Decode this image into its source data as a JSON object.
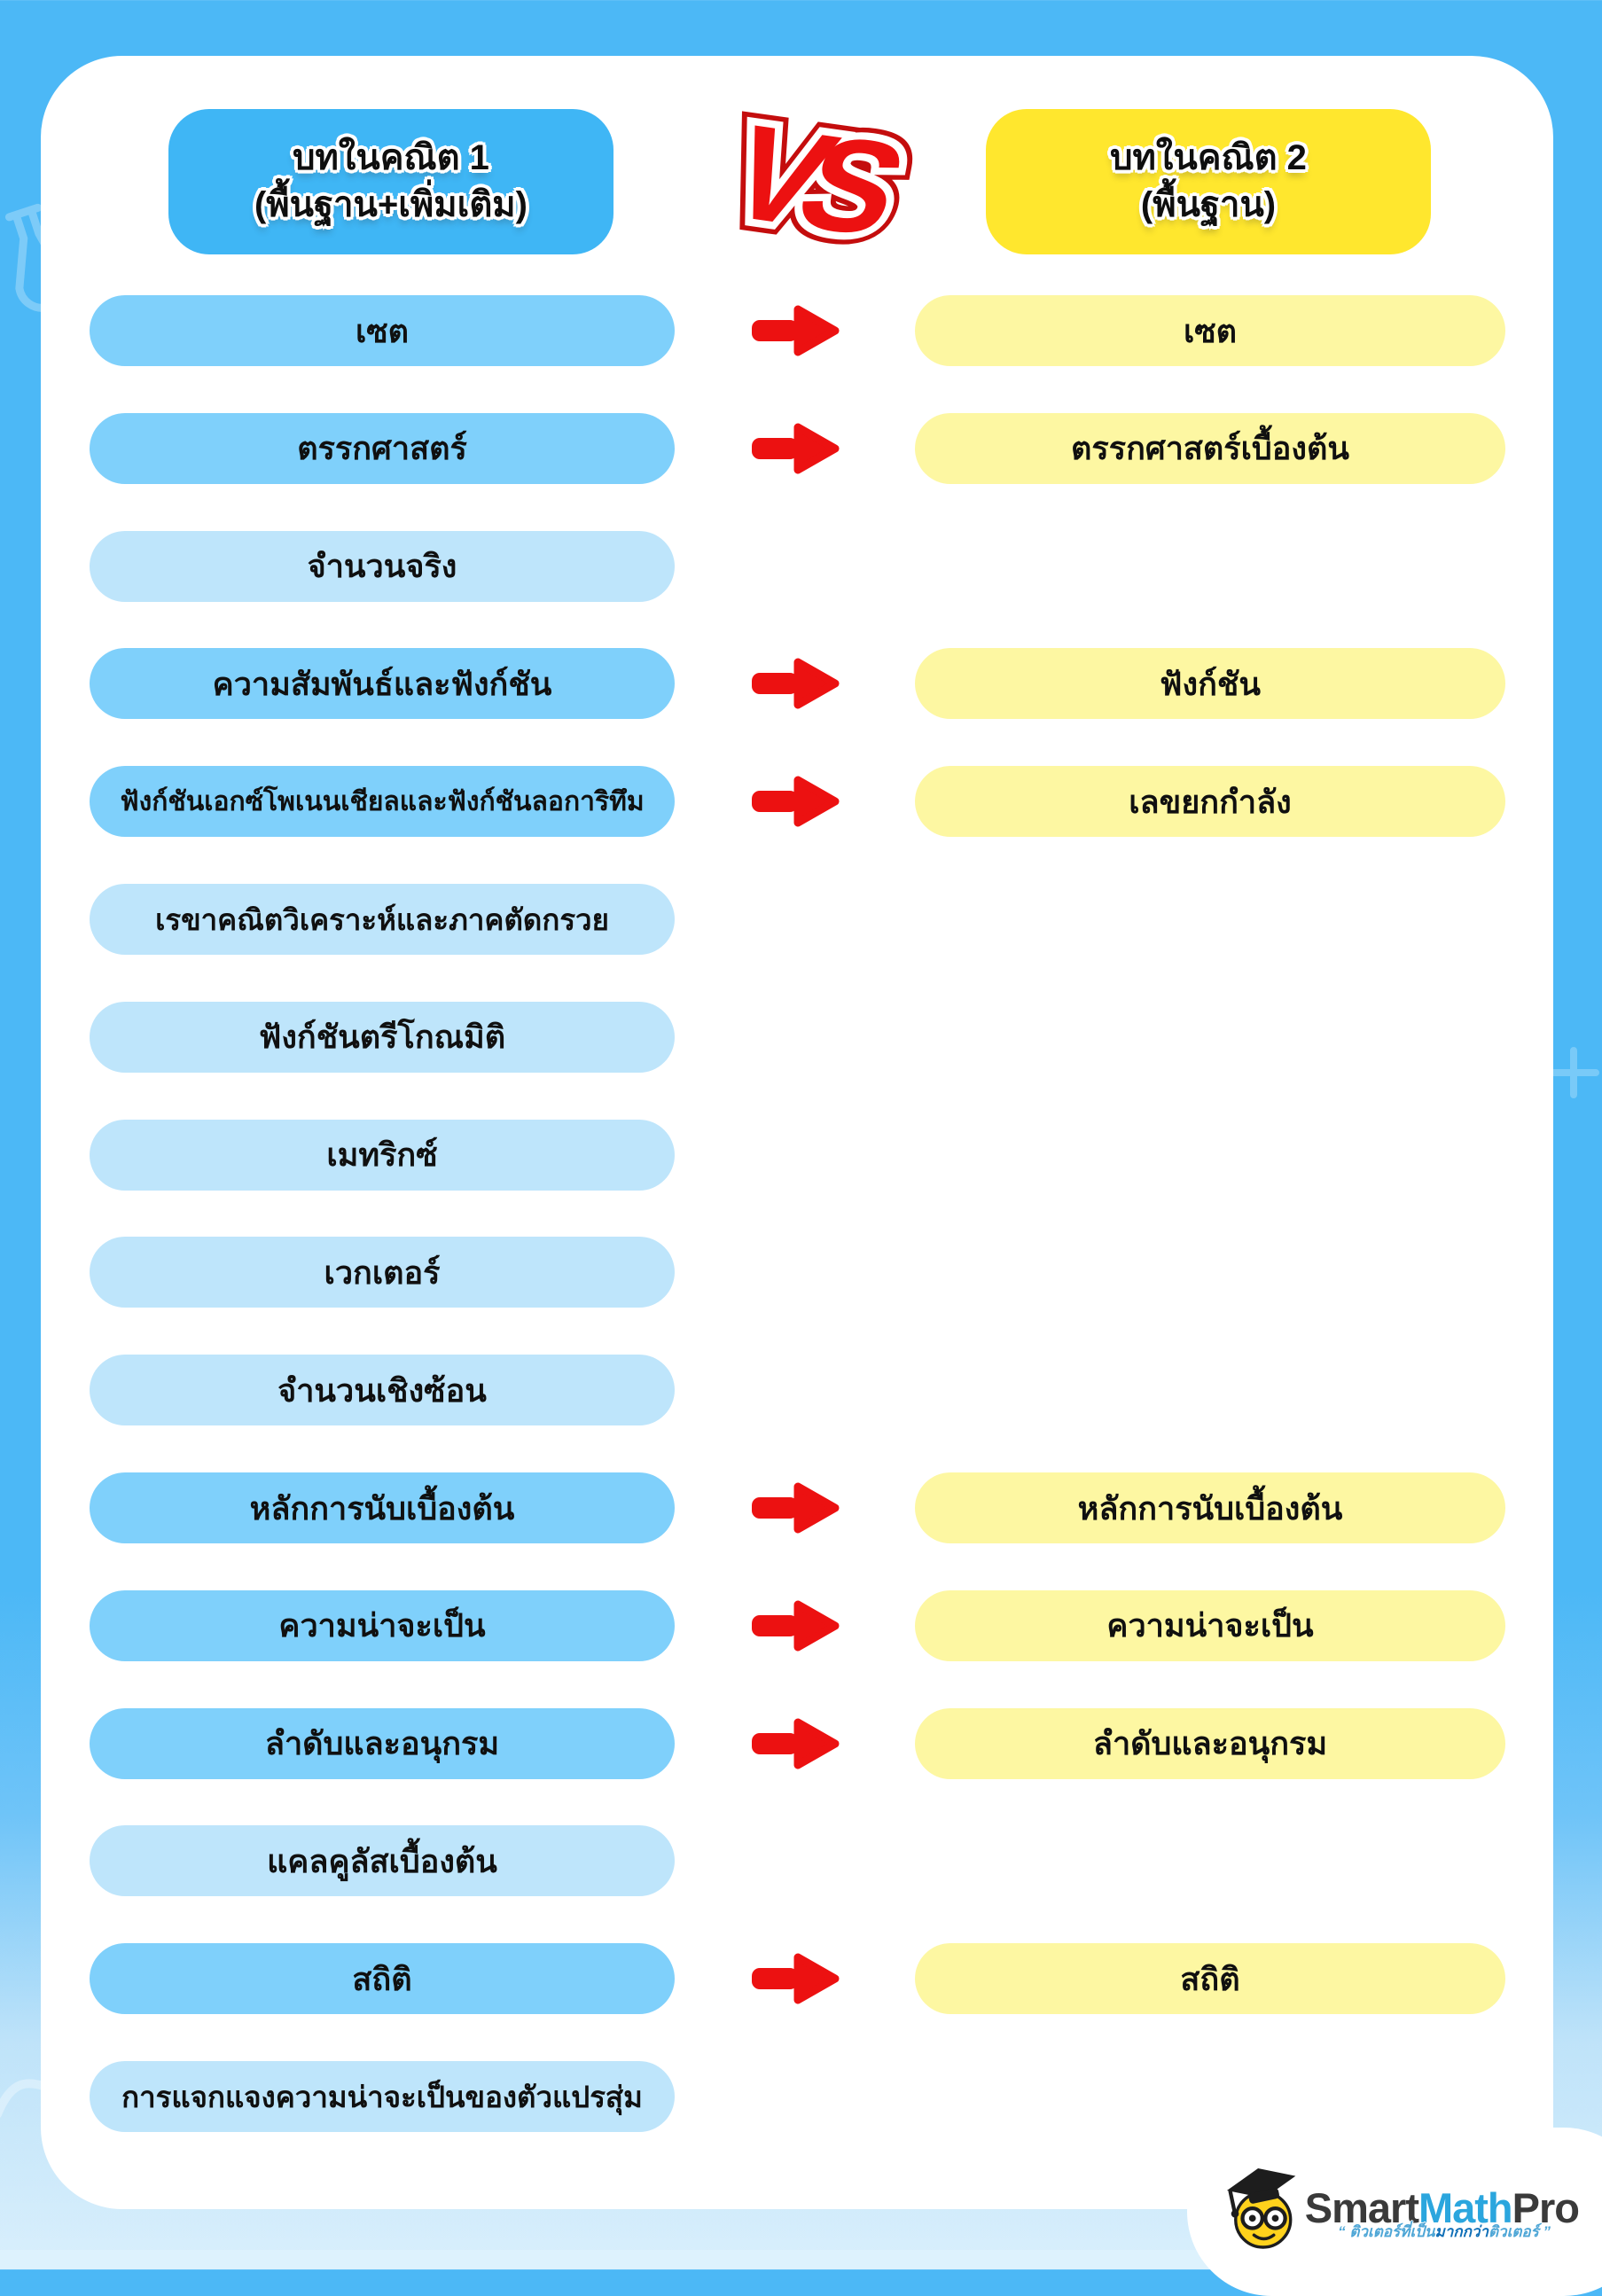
{
  "header": {
    "left": {
      "line1": "บทในคณิต 1",
      "line2": "(พื้นฐาน+เพิ่มเติม)"
    },
    "vs": "VS",
    "right": {
      "line1": "บทในคณิต 2",
      "line2": "(พื้นฐาน)"
    }
  },
  "rows": [
    {
      "left": "เซต",
      "right": "เซต",
      "mapped": true
    },
    {
      "left": "ตรรกศาสตร์",
      "right": "ตรรกศาสตร์เบื้องต้น",
      "mapped": true
    },
    {
      "left": "จำนวนจริง",
      "mapped": false
    },
    {
      "left": "ความสัมพันธ์และฟังก์ชัน",
      "right": "ฟังก์ชัน",
      "mapped": true
    },
    {
      "left": "ฟังก์ชันเอกซ์โพเนนเชียลและฟังก์ชันลอการิทึม",
      "right": "เลขยกกำลัง",
      "mapped": true
    },
    {
      "left": "เรขาคณิตวิเคราะห์และภาคตัดกรวย",
      "mapped": false
    },
    {
      "left": "ฟังก์ชันตรีโกณมิติ",
      "mapped": false
    },
    {
      "left": "เมทริกซ์",
      "mapped": false
    },
    {
      "left": "เวกเตอร์",
      "mapped": false
    },
    {
      "left": "จำนวนเชิงซ้อน",
      "mapped": false
    },
    {
      "left": "หลักการนับเบื้องต้น",
      "right": "หลักการนับเบื้องต้น",
      "mapped": true
    },
    {
      "left": "ความน่าจะเป็น",
      "right": "ความน่าจะเป็น",
      "mapped": true
    },
    {
      "left": "ลำดับและอนุกรม",
      "right": "ลำดับและอนุกรม",
      "mapped": true
    },
    {
      "left": "แคลคูลัสเบื้องต้น",
      "mapped": false
    },
    {
      "left": "สถิติ",
      "right": "สถิติ",
      "mapped": true
    },
    {
      "left": "การแจกแจงความน่าจะเป็นของตัวแปรสุ่ม",
      "mapped": false
    }
  ],
  "logo": {
    "smart": "Smart",
    "math": "Math",
    "pro": "Pro",
    "tagline_prefix": "“ ติวเตอร์ที่เป็น",
    "tagline_bold": "มากกว่า",
    "tagline_suffix": "ติวเตอร์ ”"
  },
  "colors": {
    "background_top": "#4CB8F6",
    "background_bottom": "#D9EFFC",
    "card": "#FFFFFF",
    "header_blue": "#3FB6F5",
    "header_yellow": "#FFE72E",
    "pill_blue_dark": "#7FD0FB",
    "pill_blue_light": "#BEE5FB",
    "pill_yellow": "#FDF7A2",
    "accent_red": "#EC1111",
    "text": "#101010",
    "brand_blue": "#2BA6DE"
  }
}
